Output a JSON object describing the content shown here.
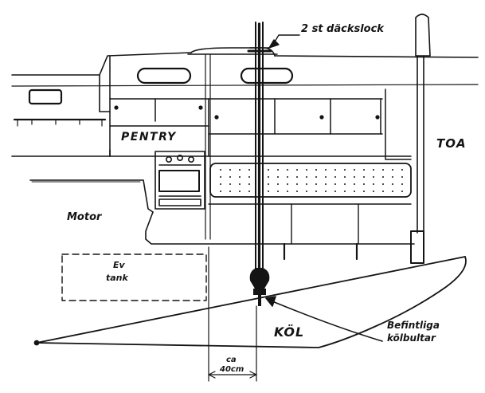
{
  "labels": {
    "deck_plugs": "2 st däckslock",
    "pentry": "PENTRY",
    "toa": "TOA",
    "motor": "Motor",
    "tank_line1": "Ev",
    "tank_line2": "tank",
    "keel": "KÖL",
    "bolts_line1": "Befintliga",
    "bolts_line2": "kölbultar",
    "dim_line1": "ca",
    "dim_line2": "40cm"
  },
  "colors": {
    "ink": "#141414",
    "paper": "#ffffff"
  }
}
